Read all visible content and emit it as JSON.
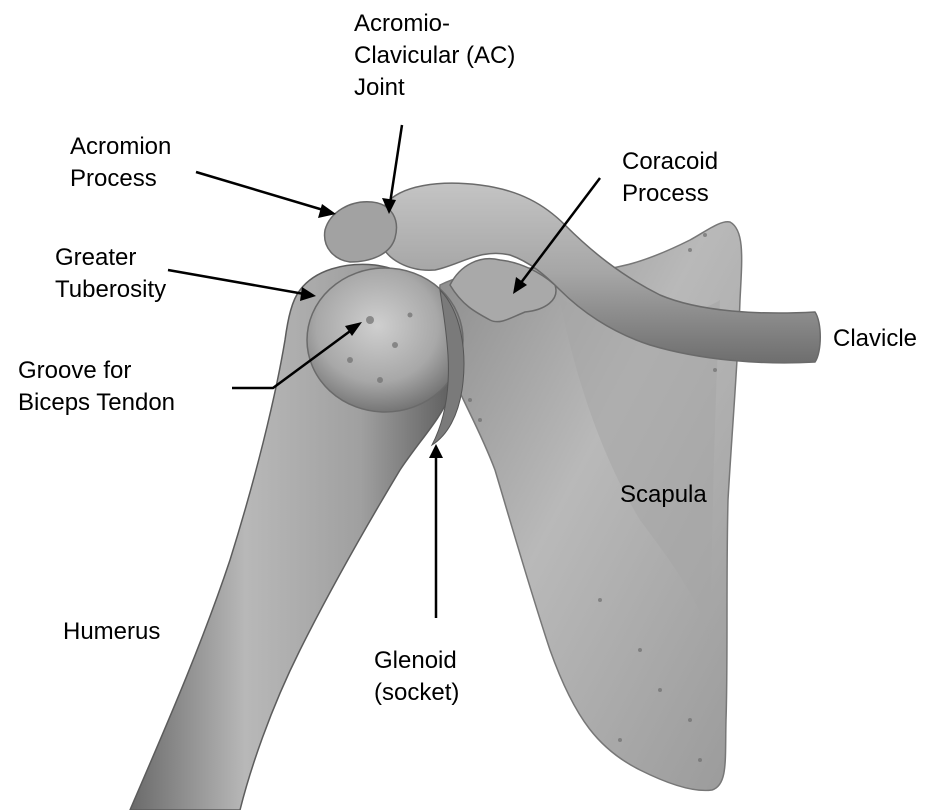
{
  "labels": {
    "ac_joint": [
      "Acromio-",
      "Clavicular (AC)",
      "Joint"
    ],
    "acromion": [
      "Acromion",
      "Process"
    ],
    "coracoid": [
      "Coracoid",
      "Process"
    ],
    "greater_tuberosity": [
      "Greater",
      "Tuberosity"
    ],
    "clavicle": [
      "Clavicle"
    ],
    "groove": [
      "Groove for",
      "Biceps Tendon"
    ],
    "scapula": [
      "Scapula"
    ],
    "humerus": [
      "Humerus"
    ],
    "glenoid": [
      "Glenoid",
      "(socket)"
    ]
  },
  "colors": {
    "bone_light": "#c8c8c8",
    "bone_mid": "#9a9a9a",
    "bone_dark": "#5e5e5e",
    "leader": "#000000"
  }
}
